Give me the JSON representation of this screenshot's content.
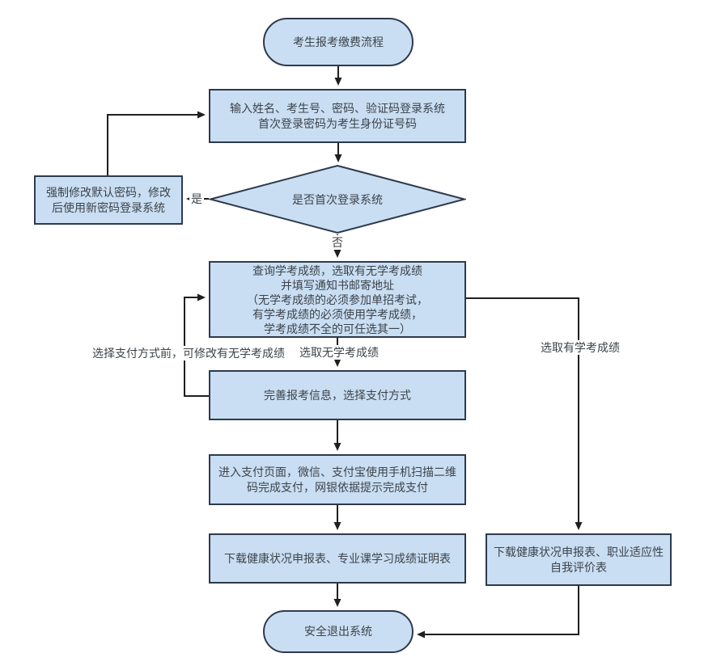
{
  "flowchart": {
    "title": "考生报考缴费流程",
    "colors": {
      "node_fill": "#c9def3",
      "node_border": "#2e3a4c",
      "line": "#1f1f1f",
      "text": "#3d4349"
    },
    "nodes": {
      "start": {
        "label": "考生报考缴费流程"
      },
      "login": {
        "lines": [
          "输入姓名、考生号、密码、验证码登录系统",
          "首次登录密码为考生身份证号码"
        ]
      },
      "first_login_decision": {
        "label": "是否首次登录系统"
      },
      "force_change_password": {
        "lines": [
          "强制修改默认密码，修改",
          "后使用新密码登录系统"
        ]
      },
      "query_scores": {
        "lines": [
          "查询学考成绩，选取有无学考成绩",
          "并填写通知书邮寄地址",
          "（无学考成绩的必须参加单招考试，",
          "有学考成绩的必须使用学考成绩，",
          "学考成绩不全的可任选其一）"
        ]
      },
      "complete_info": {
        "label": "完善报考信息，选择支付方式"
      },
      "payment": {
        "lines": [
          "进入支付页面，微信、支付宝使用手机扫描二维",
          "码完成支付，网银依据提示完成支付"
        ]
      },
      "download_no_scores": {
        "label": "下载健康状况申报表、专业课学习成绩证明表"
      },
      "download_has_scores": {
        "lines": [
          "下载健康状况申报表、职业适应性",
          "自我评价表"
        ]
      },
      "end": {
        "label": "安全退出系统"
      }
    },
    "edge_labels": {
      "yes": "是",
      "no": "否",
      "no_scores": "选取无学考成绩",
      "has_scores": "选取有学考成绩",
      "before_payment": "选择支付方式前，可修改有无学考成绩"
    }
  }
}
